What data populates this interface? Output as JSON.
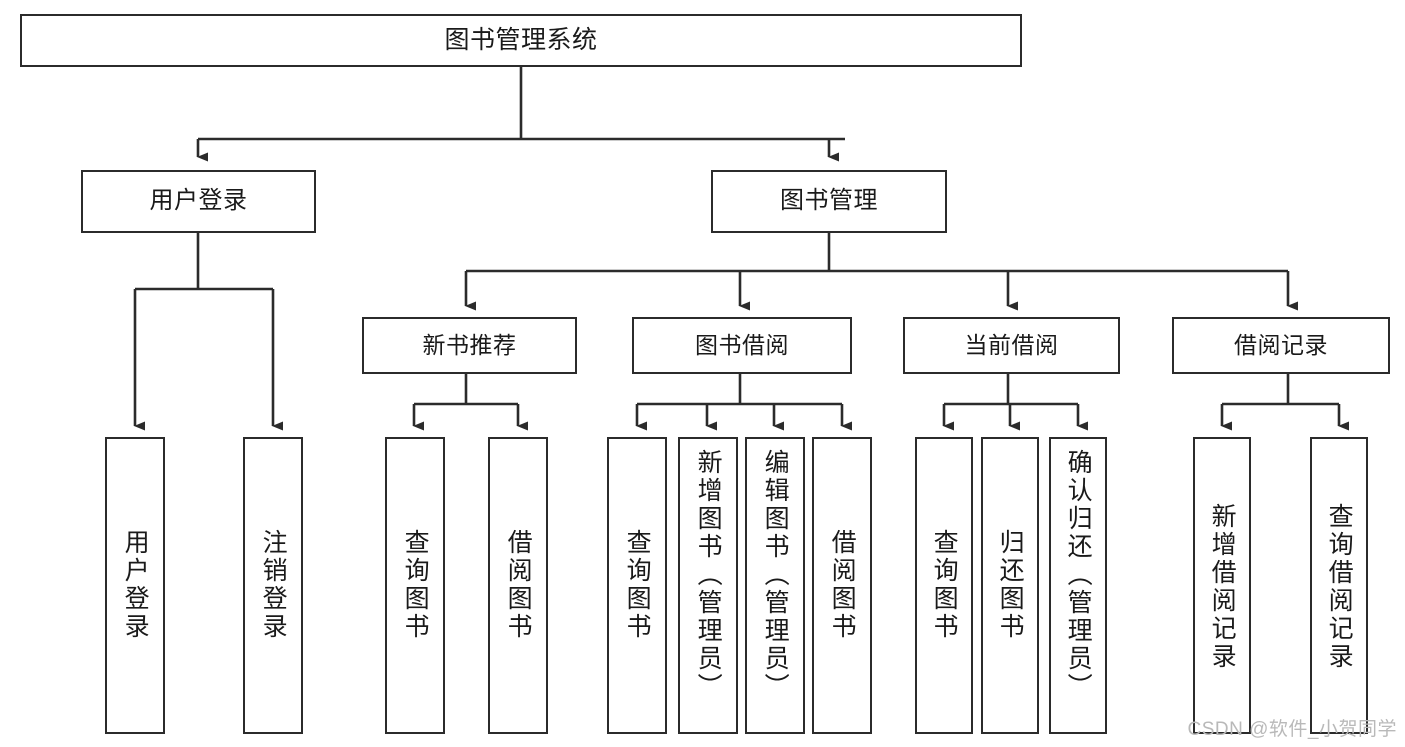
{
  "diagram": {
    "title": "图书管理系统",
    "type": "tree-hierarchy-chart",
    "root": {
      "id": "root",
      "label": "图书管理系统"
    },
    "tier2": [
      {
        "id": "user-login",
        "label": "用户登录"
      },
      {
        "id": "book-manage",
        "label": "图书管理"
      }
    ],
    "tier3": [
      {
        "id": "new-book-recommend",
        "label": "新书推荐",
        "parent": "book-manage"
      },
      {
        "id": "book-borrow",
        "label": "图书借阅",
        "parent": "book-manage"
      },
      {
        "id": "current-borrow",
        "label": "当前借阅",
        "parent": "book-manage"
      },
      {
        "id": "borrow-record",
        "label": "借阅记录",
        "parent": "book-manage"
      }
    ],
    "leaves": {
      "user_login": [
        {
          "id": "leaf-user-login",
          "label": "用户登录"
        },
        {
          "id": "leaf-logout-login",
          "label": "注销登录"
        }
      ],
      "new_book_recommend": [
        {
          "id": "leaf-query-book-1",
          "label": "查询图书"
        },
        {
          "id": "leaf-borrow-book-1",
          "label": "借阅图书"
        }
      ],
      "book_borrow": [
        {
          "id": "leaf-query-book-2",
          "label": "查询图书"
        },
        {
          "id": "leaf-add-book",
          "label": "新增图书（管理员）"
        },
        {
          "id": "leaf-edit-book",
          "label": "编辑图书（管理员）"
        },
        {
          "id": "leaf-borrow-book-2",
          "label": "借阅图书"
        }
      ],
      "current_borrow": [
        {
          "id": "leaf-query-book-3",
          "label": "查询图书"
        },
        {
          "id": "leaf-return-book",
          "label": "归还图书"
        },
        {
          "id": "leaf-confirm-return",
          "label": "确认归还（管理员）"
        }
      ],
      "borrow_record": [
        {
          "id": "leaf-add-record",
          "label": "新增借阅记录"
        },
        {
          "id": "leaf-query-record",
          "label": "查询借阅记录"
        }
      ]
    }
  },
  "watermark": {
    "text": "CSDN @软件_小贺同学"
  },
  "colors": {
    "box_border": "#2b2b2b",
    "box_fill": "#ffffff",
    "connector": "#2b2b2b",
    "text": "#1a1a1a",
    "watermark": "#b9b9b9",
    "background": "#ffffff"
  }
}
